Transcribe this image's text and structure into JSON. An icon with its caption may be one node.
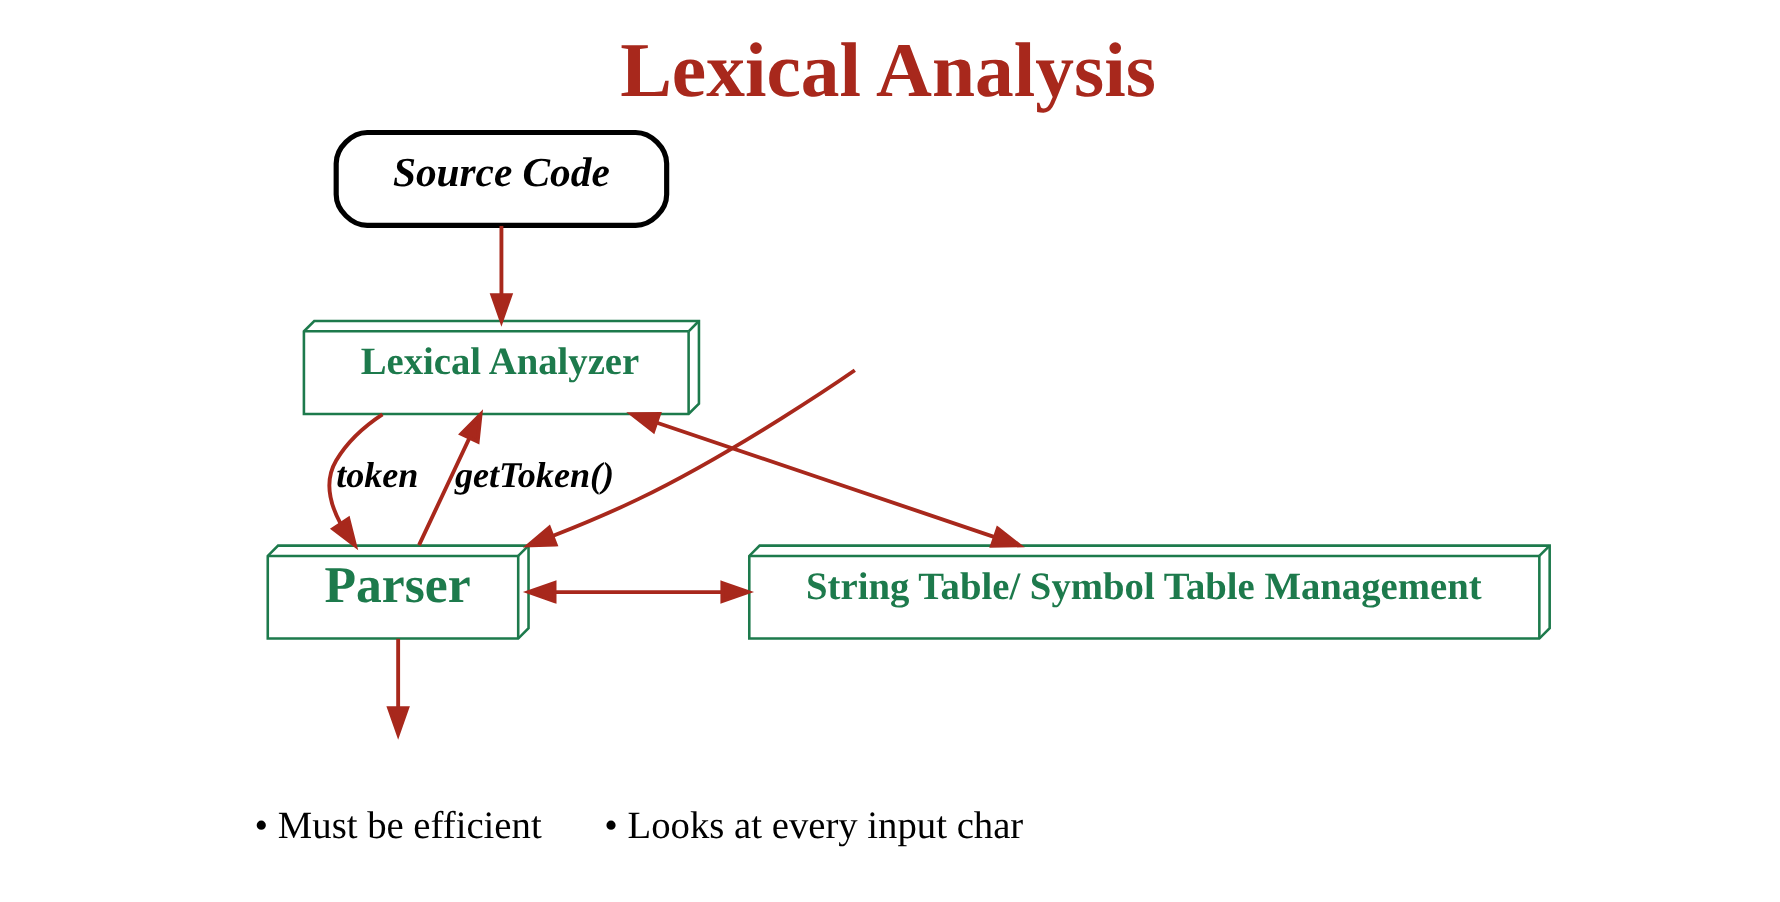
{
  "diagram": {
    "title": "Lexical Analysis",
    "nodes": [
      {
        "text": [
          "Source Code"
        ]
      },
      {
        "text": [
          "Lexical Analyzer"
        ]
      },
      {
        "text": [
          "Parser"
        ]
      },
      {
        "text": [
          "String Table/ Symbol Table Management"
        ]
      }
    ],
    "edges": [
      {
        "from": 0,
        "to": 1,
        "arrow": "to"
      },
      {
        "from": 2,
        "to": 1,
        "arrow": "to",
        "label": "getToken()"
      },
      {
        "from": 1,
        "to": 2,
        "arrow": "to",
        "label": "token"
      },
      {
        "from": 1,
        "to": 3,
        "arrow": "both"
      },
      {
        "from": 2,
        "to": 3,
        "arrow": "both"
      },
      {
        "from": null,
        "to": 2,
        "arrow": "to"
      },
      {
        "from": 2,
        "to": null,
        "arrow": "to"
      }
    ],
    "labels": [
      "• Must be efficient",
      "• Looks at every input char"
    ]
  }
}
